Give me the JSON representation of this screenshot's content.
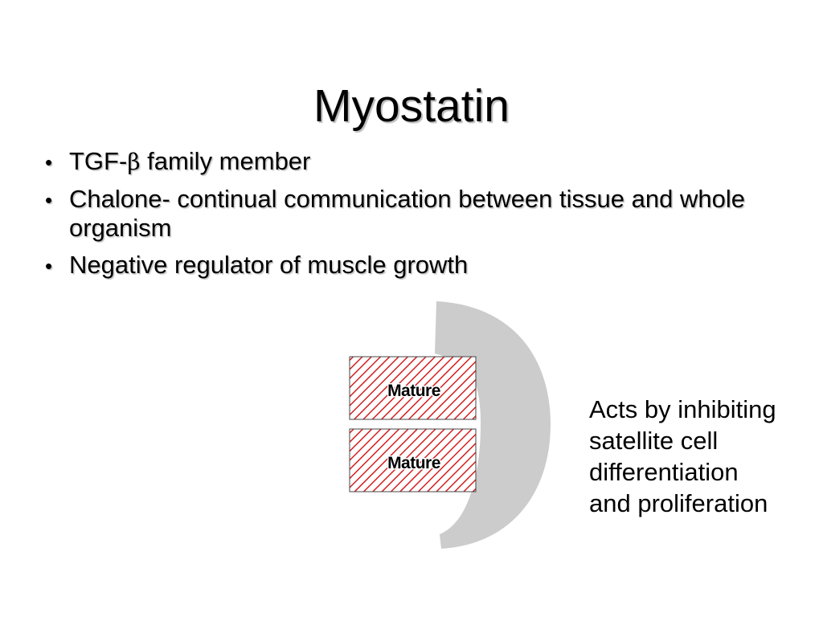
{
  "slide": {
    "title": "Myostatin",
    "bullets": [
      {
        "prefix": "TGF-",
        "beta": "β",
        "suffix": " family member"
      },
      {
        "text": "Chalone- continual communication between tissue and whole organism"
      },
      {
        "text": "Negative regulator of muscle growth"
      }
    ],
    "bullet_symbol": "•"
  },
  "diagram": {
    "cells": [
      {
        "label": "Mature"
      },
      {
        "label": "Mature"
      }
    ],
    "cell_fill_color": "#d22020",
    "inhibitor_color": "#cccccc",
    "annotation_lines": [
      "Acts by inhibiting",
      "satellite cell",
      "differentiation",
      "and proliferation"
    ]
  }
}
